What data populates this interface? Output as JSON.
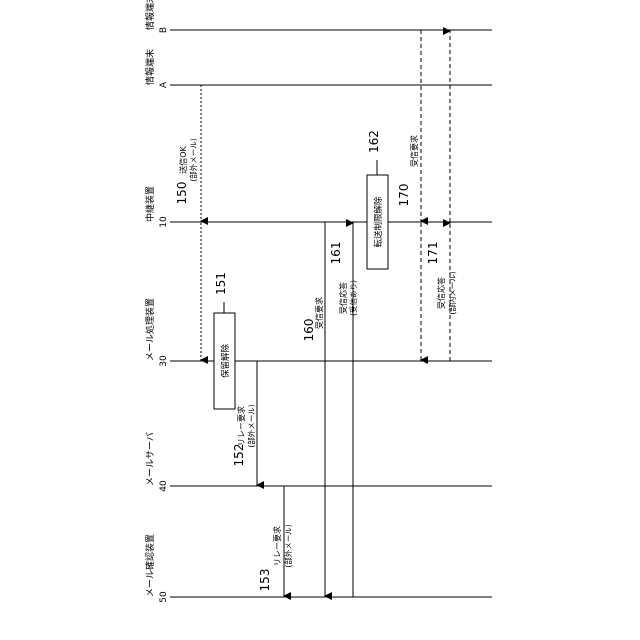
{
  "lifelines": [
    {
      "name": "情報端末",
      "code": "B"
    },
    {
      "name": "情報端末",
      "code": "A"
    },
    {
      "name": "中継装置",
      "code": "10"
    },
    {
      "name": "メール処理装置",
      "code": "30"
    },
    {
      "name": "メールサーバ",
      "code": "40"
    },
    {
      "name": "メール確認装置",
      "code": "50"
    }
  ],
  "messages": [
    {
      "ref": "150",
      "label": "送信OK",
      "sub": "(部外メール)"
    },
    {
      "ref": "152",
      "label": "リレー要求",
      "sub": "(部外メール)"
    },
    {
      "ref": "153",
      "label": "リレー要求",
      "sub": "(部外メール)"
    },
    {
      "ref": "160",
      "label": "受信要求",
      "sub": ""
    },
    {
      "ref": "161",
      "label": "受信応答",
      "sub": "(受信あり)"
    },
    {
      "ref": "170",
      "label": "受信要求",
      "sub": ""
    },
    {
      "ref": "171",
      "label": "受信応答",
      "sub": "(部内メール)"
    }
  ],
  "processes": [
    {
      "ref": "151",
      "label": "保留解除"
    },
    {
      "ref": "162",
      "label": "転送制限解除"
    }
  ]
}
